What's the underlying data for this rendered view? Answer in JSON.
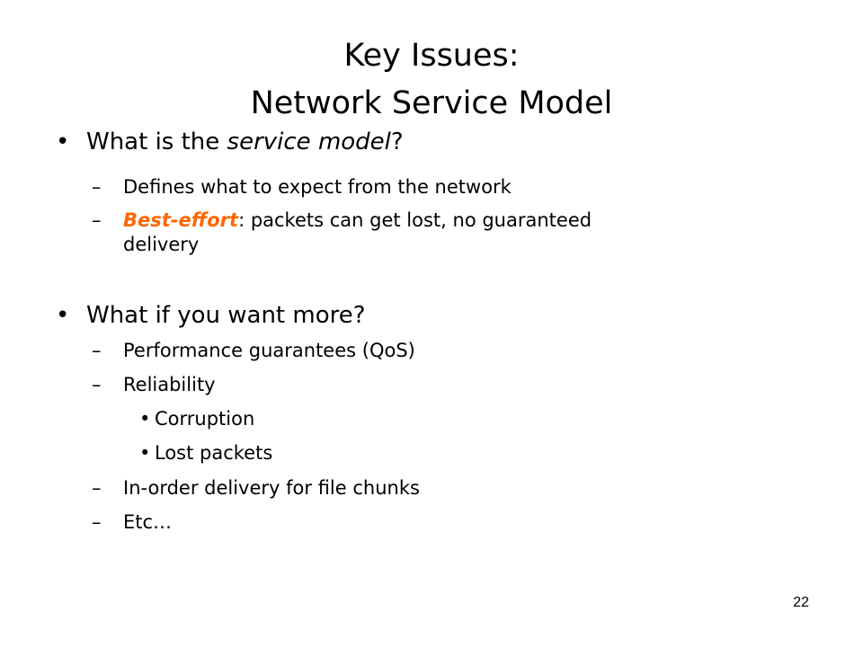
{
  "slide": {
    "title_line1": "Key Issues:",
    "title_line2": "Network Service Model",
    "sections": [
      {
        "bullet": "•",
        "heading_prefix": "What is the ",
        "heading_italic": "service model",
        "heading_suffix": "?",
        "items": [
          {
            "marker": "–",
            "text": "Defines what to expect from the network"
          },
          {
            "marker": "–",
            "emphasis": "Best-effort",
            "rest": ": packets can get lost, no guaranteed",
            "continuation": "delivery"
          }
        ]
      },
      {
        "bullet": "•",
        "heading": "What if you want more?",
        "items": [
          {
            "marker": "–",
            "text": "Performance guarantees (QoS)"
          },
          {
            "marker": "–",
            "text": "Reliability"
          },
          {
            "marker": "•",
            "text": "Corruption"
          },
          {
            "marker": "•",
            "text": "Lost packets"
          },
          {
            "marker": "–",
            "text": "In-order delivery for file chunks"
          },
          {
            "marker": "–",
            "text": "Etc…"
          }
        ]
      }
    ],
    "page_number": "22"
  },
  "colors": {
    "background": "#ffffff",
    "text": "#000000",
    "emphasis": "#ff6600"
  }
}
